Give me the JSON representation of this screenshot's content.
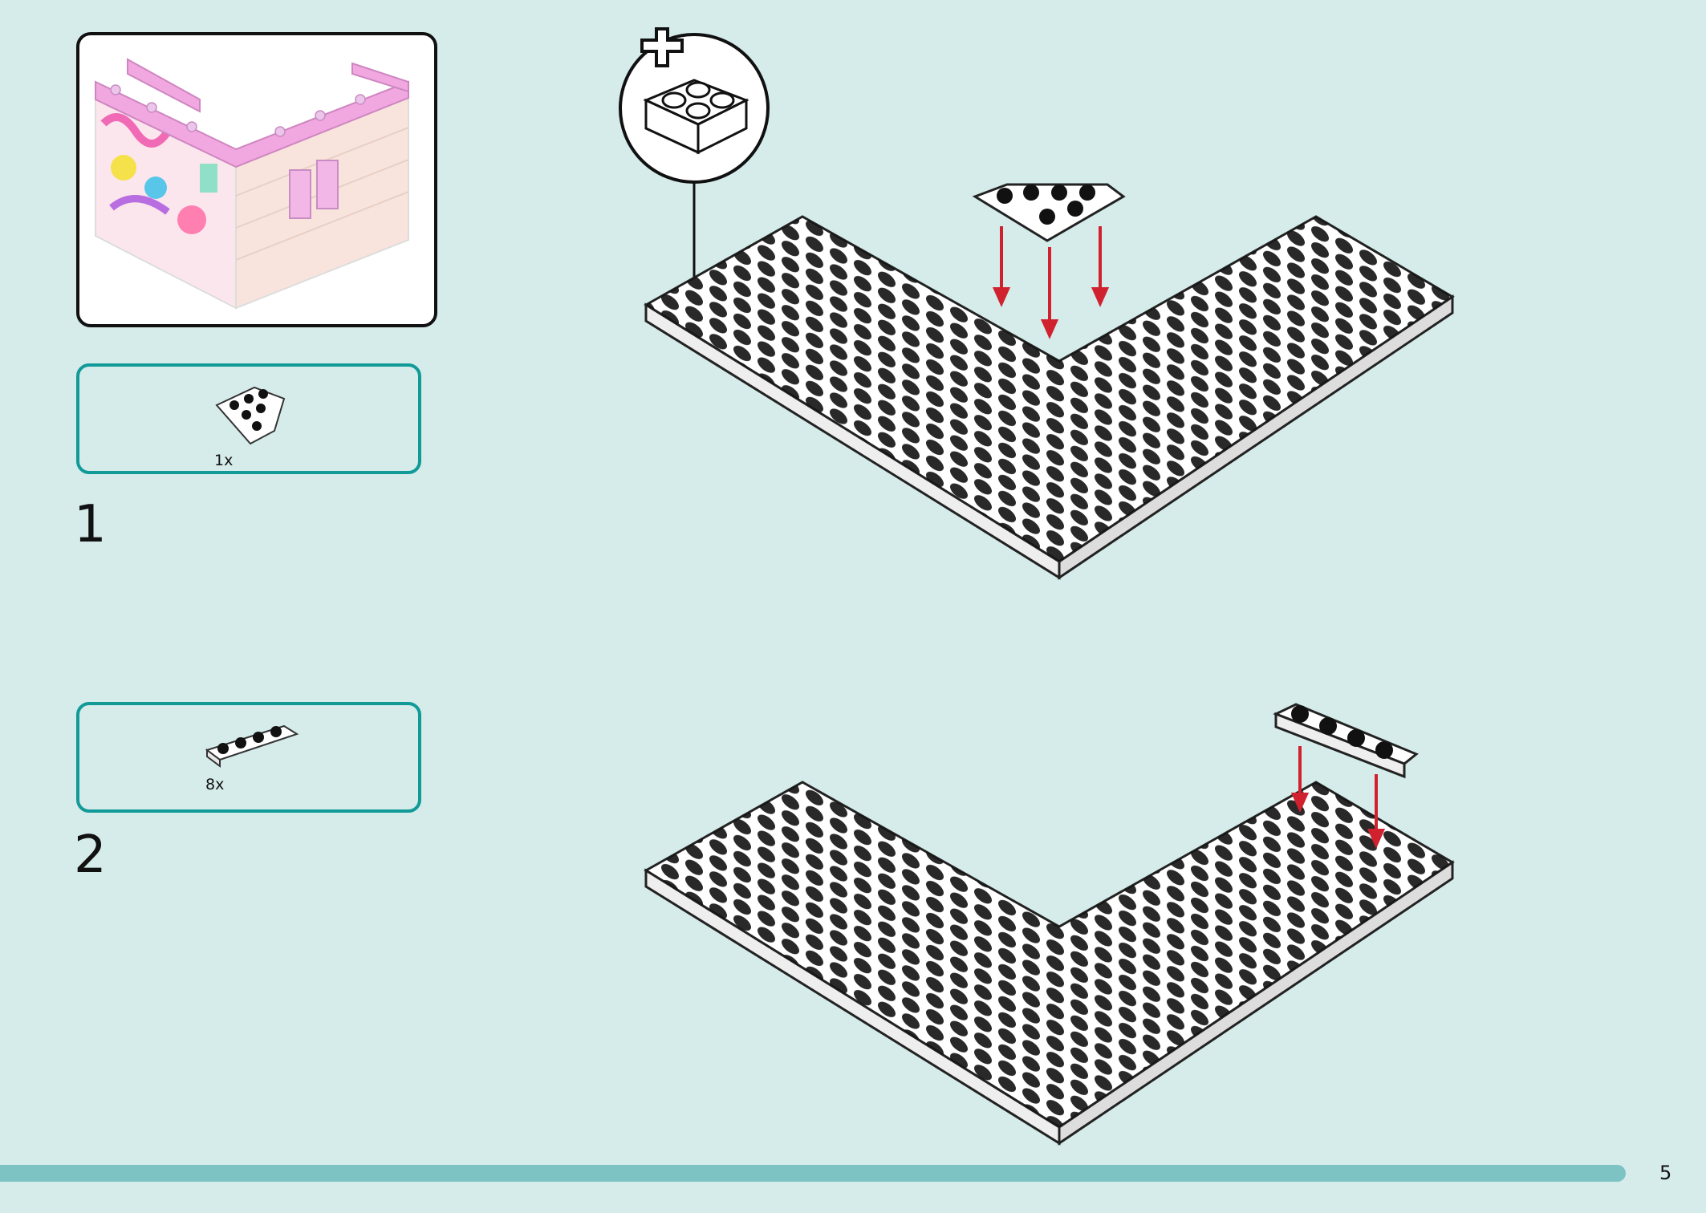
{
  "steps": [
    {
      "number": "1",
      "parts": [
        {
          "name": "white-wedge-plate",
          "quantity": "1x"
        }
      ]
    },
    {
      "number": "2",
      "parts": [
        {
          "name": "white-plate-1x4",
          "quantity": "8x"
        }
      ]
    }
  ],
  "icons": {
    "new_brick": "plus-brick-icon",
    "arrow": "red-arrow-icon"
  },
  "colors": {
    "background": "#d5ecea",
    "parts_box_border": "#129a99",
    "footer_bar": "#7ec3c3",
    "arrow": "#d0212f",
    "preview_pink": "#f1a8e0"
  },
  "page": {
    "number": "5"
  }
}
